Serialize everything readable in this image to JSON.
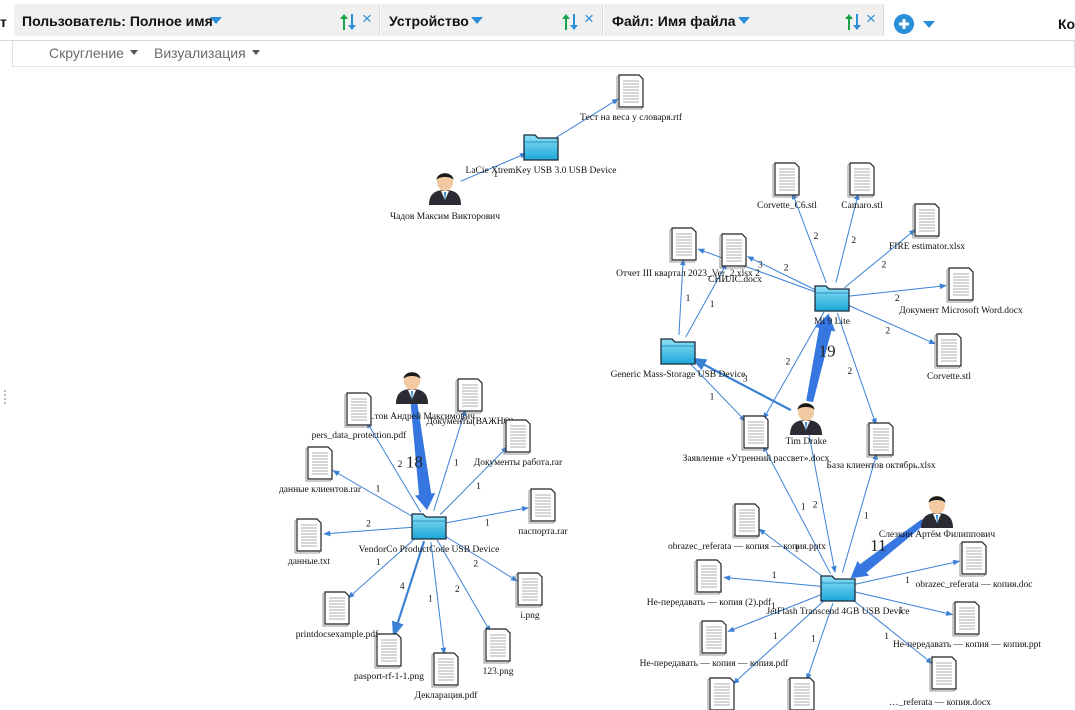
{
  "header": {
    "left_stub": "т",
    "filters": [
      {
        "label": "Пользователь: Полное имя"
      },
      {
        "label": "Устройство"
      },
      {
        "label": "Файл: Имя файла"
      }
    ],
    "right_label": "Ко"
  },
  "toolbar": {
    "rounding_label": "Скругление",
    "visualization_label": "Визуализация"
  },
  "colors": {
    "accent": "#2a8fd8",
    "edge": "#3b82d6",
    "folder": "#35b8e3"
  },
  "graph": {
    "nodes": [
      {
        "id": "u_chadov",
        "type": "user",
        "label": "Чадов Максим Викторович"
      },
      {
        "id": "u_andrey",
        "type": "user",
        "label": "…тов Андрей Максимович"
      },
      {
        "id": "u_tim",
        "type": "user",
        "label": "Tim Drake"
      },
      {
        "id": "u_slezkin",
        "type": "user",
        "label": "Слезкин Артём Филиппович"
      },
      {
        "id": "d_lacie",
        "type": "device",
        "label": "LaCie XtremKey USB 3.0 USB Device"
      },
      {
        "id": "d_mi9",
        "type": "device",
        "label": "Mi 9 Lite"
      },
      {
        "id": "d_generic",
        "type": "device",
        "label": "Generic Mass-Storage USB Device"
      },
      {
        "id": "d_vendor",
        "type": "device",
        "label": "VendorCo ProductCode USB Device"
      },
      {
        "id": "d_jetflash",
        "type": "device",
        "label": "JetFlash Transcend 4GB USB Device"
      },
      {
        "id": "f_test",
        "type": "file",
        "label": "Тест на веса у словаря.rtf"
      },
      {
        "id": "f_c6",
        "type": "file",
        "label": "Corvette_C6.stl"
      },
      {
        "id": "f_camaro",
        "type": "file",
        "label": "Camaro.stl"
      },
      {
        "id": "f_fire",
        "type": "file",
        "label": "FIRE estimator.xlsx"
      },
      {
        "id": "f_otchet",
        "type": "file",
        "label": "Отчет III квартал 2023_Ver_2.xlsx 2"
      },
      {
        "id": "f_snils",
        "type": "file",
        "label": "СНИЛС.docx"
      },
      {
        "id": "f_docword",
        "type": "file",
        "label": "Документ Microsoft Word.docx"
      },
      {
        "id": "f_corvette",
        "type": "file",
        "label": "Corvette.stl"
      },
      {
        "id": "f_zayav",
        "type": "file",
        "label": "Заявление «Утренний рассвет».docx"
      },
      {
        "id": "f_baza",
        "type": "file",
        "label": "База клиентов октябрь.xlsx"
      },
      {
        "id": "f_pers",
        "type": "file",
        "label": "pers_data_protection.pdf"
      },
      {
        "id": "f_vazhno",
        "type": "file",
        "label": "Документы(ВАЖНО)"
      },
      {
        "id": "f_rabota",
        "type": "file",
        "label": "Документы работа.rar"
      },
      {
        "id": "f_klientov",
        "type": "file",
        "label": "данные клиентов.rar"
      },
      {
        "id": "f_pasport",
        "type": "file",
        "label": "паспорта.rar"
      },
      {
        "id": "f_dannye",
        "type": "file",
        "label": "данные.txt"
      },
      {
        "id": "f_ipng",
        "type": "file",
        "label": "i.png"
      },
      {
        "id": "f_printdocs",
        "type": "file",
        "label": "printdocsexample.pdf"
      },
      {
        "id": "f_123png",
        "type": "file",
        "label": "123.png"
      },
      {
        "id": "f_pasportrf",
        "type": "file",
        "label": "pasport-rf-1-1.png"
      },
      {
        "id": "f_deklar",
        "type": "file",
        "label": "Декларация.pdf"
      },
      {
        "id": "f_refpptx",
        "type": "file",
        "label": "obrazec_referata — копия — копия.pptx"
      },
      {
        "id": "f_refdoc",
        "type": "file",
        "label": "obrazec_referata — копия.doc"
      },
      {
        "id": "f_neper2",
        "type": "file",
        "label": "Не-передавать — копия (2).pdf"
      },
      {
        "id": "f_neperppt",
        "type": "file",
        "label": "Не-передавать — копия — копия.ppt"
      },
      {
        "id": "f_neperpdf",
        "type": "file",
        "label": "Не-передавать — копия — копия.pdf"
      },
      {
        "id": "f_refdocx",
        "type": "file",
        "label": "…_referata — копия.docx"
      },
      {
        "id": "f_b1",
        "type": "file",
        "label": ""
      },
      {
        "id": "f_b2",
        "type": "file",
        "label": ""
      }
    ],
    "edges": [
      {
        "from": "u_chadov",
        "to": "d_lacie",
        "label": "1",
        "weight": 1
      },
      {
        "from": "d_lacie",
        "to": "f_test",
        "label": "",
        "weight": 1
      },
      {
        "from": "d_mi9",
        "to": "f_c6",
        "label": "2",
        "weight": 1
      },
      {
        "from": "d_mi9",
        "to": "f_camaro",
        "label": "2",
        "weight": 1
      },
      {
        "from": "d_mi9",
        "to": "f_fire",
        "label": "2",
        "weight": 1
      },
      {
        "from": "d_mi9",
        "to": "f_otchet",
        "label": "3",
        "weight": 1
      },
      {
        "from": "d_mi9",
        "to": "f_snils",
        "label": "2",
        "weight": 1
      },
      {
        "from": "d_mi9",
        "to": "f_docword",
        "label": "2",
        "weight": 1
      },
      {
        "from": "d_mi9",
        "to": "f_corvette",
        "label": "2",
        "weight": 1
      },
      {
        "from": "d_mi9",
        "to": "f_zayav",
        "label": "2",
        "weight": 1
      },
      {
        "from": "d_mi9",
        "to": "f_baza",
        "label": "2",
        "weight": 1
      },
      {
        "from": "u_tim",
        "to": "d_mi9",
        "label": "19",
        "weight": 19
      },
      {
        "from": "u_tim",
        "to": "d_generic",
        "label": "3",
        "weight": 3
      },
      {
        "from": "u_tim",
        "to": "d_jetflash",
        "label": "2",
        "weight": 2
      },
      {
        "from": "d_generic",
        "to": "f_otchet",
        "label": "1",
        "weight": 1
      },
      {
        "from": "d_generic",
        "to": "f_snils",
        "label": "1",
        "weight": 1
      },
      {
        "from": "d_generic",
        "to": "f_zayav",
        "label": "1",
        "weight": 1
      },
      {
        "from": "u_andrey",
        "to": "d_vendor",
        "label": "18",
        "weight": 18
      },
      {
        "from": "d_vendor",
        "to": "f_pers",
        "label": "2",
        "weight": 1
      },
      {
        "from": "d_vendor",
        "to": "f_vazhno",
        "label": "1",
        "weight": 1
      },
      {
        "from": "d_vendor",
        "to": "f_rabota",
        "label": "1",
        "weight": 1
      },
      {
        "from": "d_vendor",
        "to": "f_klientov",
        "label": "1",
        "weight": 1
      },
      {
        "from": "d_vendor",
        "to": "f_pasport",
        "label": "1",
        "weight": 1
      },
      {
        "from": "d_vendor",
        "to": "f_dannye",
        "label": "2",
        "weight": 1
      },
      {
        "from": "d_vendor",
        "to": "f_ipng",
        "label": "2",
        "weight": 1
      },
      {
        "from": "d_vendor",
        "to": "f_printdocs",
        "label": "1",
        "weight": 1
      },
      {
        "from": "d_vendor",
        "to": "f_pasportrf",
        "label": "4",
        "weight": 4
      },
      {
        "from": "d_vendor",
        "to": "f_deklar",
        "label": "1",
        "weight": 1
      },
      {
        "from": "d_vendor",
        "to": "f_123png",
        "label": "2",
        "weight": 1
      },
      {
        "from": "u_slezkin",
        "to": "d_jetflash",
        "label": "11",
        "weight": 11
      },
      {
        "from": "d_jetflash",
        "to": "f_zayav",
        "label": "1",
        "weight": 1
      },
      {
        "from": "d_jetflash",
        "to": "f_baza",
        "label": "1",
        "weight": 1
      },
      {
        "from": "d_jetflash",
        "to": "f_refpptx",
        "label": "1",
        "weight": 1
      },
      {
        "from": "d_jetflash",
        "to": "f_refdoc",
        "label": "1",
        "weight": 1
      },
      {
        "from": "d_jetflash",
        "to": "f_neper2",
        "label": "1",
        "weight": 1
      },
      {
        "from": "d_jetflash",
        "to": "f_neperppt",
        "label": "1",
        "weight": 1
      },
      {
        "from": "d_jetflash",
        "to": "f_neperpdf",
        "label": "1",
        "weight": 1
      },
      {
        "from": "d_jetflash",
        "to": "f_refdocx",
        "label": "1",
        "weight": 1
      },
      {
        "from": "d_jetflash",
        "to": "f_b1",
        "label": "1",
        "weight": 1
      },
      {
        "from": "d_jetflash",
        "to": "f_b2",
        "label": "1",
        "weight": 1
      }
    ]
  }
}
